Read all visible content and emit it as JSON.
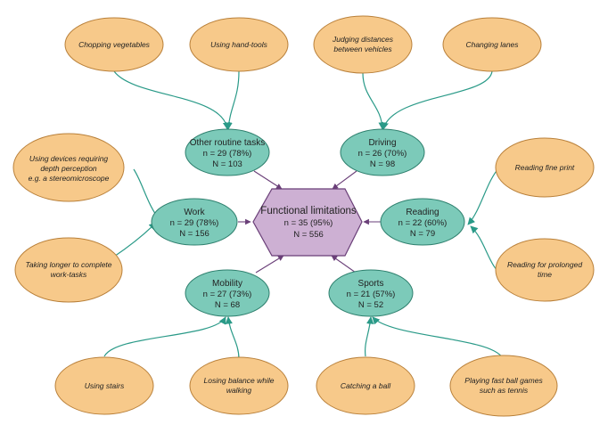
{
  "colors": {
    "center_fill": "#cdb0d3",
    "center_stroke": "#6a3f78",
    "category_fill": "#7ccab9",
    "category_stroke": "#2d7f6d",
    "example_fill": "#f7c98a",
    "example_stroke": "#b9803a",
    "teal_line": "#2a9a88",
    "purple_line": "#6a3f78"
  },
  "center": {
    "title": "Functional limitations",
    "n_line": "n = 35 (95%)",
    "N_line": "N = 556"
  },
  "categories": {
    "other_routine": {
      "title": "Other routine tasks",
      "n_line": "n = 29 (78%)",
      "N_line": "N = 103"
    },
    "driving": {
      "title": "Driving",
      "n_line": "n = 26 (70%)",
      "N_line": "N = 98"
    },
    "work": {
      "title": "Work",
      "n_line": "n = 29 (78%)",
      "N_line": "N = 156"
    },
    "reading": {
      "title": "Reading",
      "n_line": "n = 22 (60%)",
      "N_line": "N = 79"
    },
    "mobility": {
      "title": "Mobility",
      "n_line": "n = 27 (73%)",
      "N_line": "N = 68"
    },
    "sports": {
      "title": "Sports",
      "n_line": "n = 21 (57%)",
      "N_line": "N = 52"
    }
  },
  "examples": {
    "chopping": {
      "lines": [
        "Chopping vegetables"
      ]
    },
    "handtools": {
      "lines": [
        "Using hand-tools"
      ]
    },
    "distances": {
      "lines": [
        "Judging distances",
        "between vehicles"
      ]
    },
    "lanes": {
      "lines": [
        "Changing lanes"
      ]
    },
    "depth": {
      "lines": [
        "Using devices requiring",
        "depth perception",
        "e.g. a stereomicroscope"
      ]
    },
    "longer": {
      "lines": [
        "Taking longer to complete",
        "work-tasks"
      ]
    },
    "fineprint": {
      "lines": [
        "Reading fine print"
      ]
    },
    "prolonged": {
      "lines": [
        "Reading for prolonged",
        "time"
      ]
    },
    "stairs": {
      "lines": [
        "Using stairs"
      ]
    },
    "balance": {
      "lines": [
        "Losing balance while",
        "walking"
      ]
    },
    "ball": {
      "lines": [
        "Catching a ball"
      ]
    },
    "fastball": {
      "lines": [
        "Playing fast ball games",
        "such as tennis"
      ]
    }
  }
}
